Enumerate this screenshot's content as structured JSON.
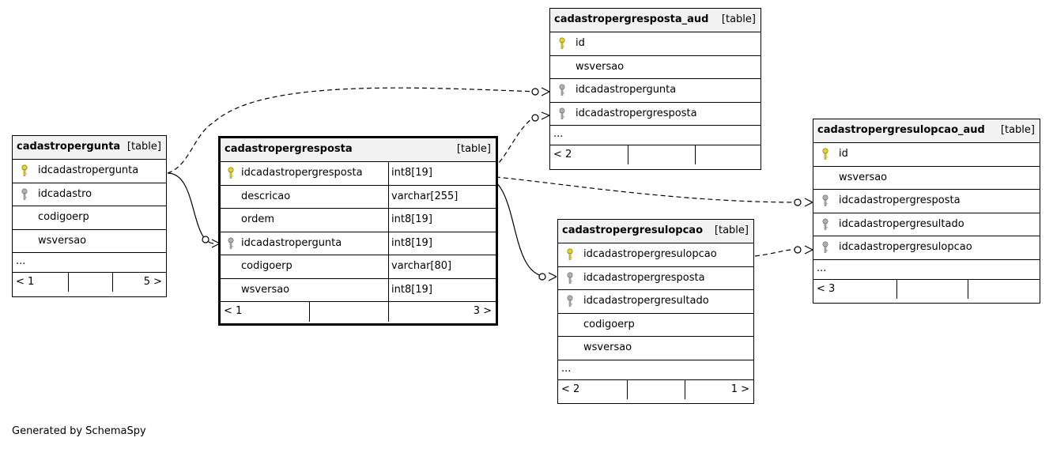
{
  "type_label": "[table]",
  "ellipsis": "...",
  "footer": "Generated by SchemaSpy",
  "key_colors": {
    "primary": "#e8d800",
    "foreign": "#b0b0b0"
  },
  "tables": {
    "cadastropergunta": {
      "name": "cadastropergunta",
      "columns": [
        {
          "name": "idcadastropergunta",
          "key": "primary"
        },
        {
          "name": "idcadastro",
          "key": "foreign"
        },
        {
          "name": "codigoerp",
          "key": ""
        },
        {
          "name": "wsversao",
          "key": ""
        }
      ],
      "parents": "< 1",
      "children": "5 >"
    },
    "cadastropergresposta": {
      "name": "cadastropergresposta",
      "columns": [
        {
          "name": "idcadastropergresposta",
          "type": "int8[19]",
          "key": "primary"
        },
        {
          "name": "descricao",
          "type": "varchar[255]",
          "key": ""
        },
        {
          "name": "ordem",
          "type": "int8[19]",
          "key": ""
        },
        {
          "name": "idcadastropergunta",
          "type": "int8[19]",
          "key": "foreign"
        },
        {
          "name": "codigoerp",
          "type": "varchar[80]",
          "key": ""
        },
        {
          "name": "wsversao",
          "type": "int8[19]",
          "key": ""
        }
      ],
      "parents": "< 1",
      "children": "3 >"
    },
    "cadastropergresposta_aud": {
      "name": "cadastropergresposta_aud",
      "columns": [
        {
          "name": "id",
          "key": "primary"
        },
        {
          "name": "wsversao",
          "key": ""
        },
        {
          "name": "idcadastropergunta",
          "key": "foreign"
        },
        {
          "name": "idcadastropergresposta",
          "key": "foreign"
        }
      ],
      "parents": "< 2",
      "children": ""
    },
    "cadastropergresulopcao": {
      "name": "cadastropergresulopcao",
      "columns": [
        {
          "name": "idcadastropergresulopcao",
          "key": "primary"
        },
        {
          "name": "idcadastropergresposta",
          "key": "foreign"
        },
        {
          "name": "idcadastropergresultado",
          "key": "foreign"
        },
        {
          "name": "codigoerp",
          "key": ""
        },
        {
          "name": "wsversao",
          "key": ""
        }
      ],
      "parents": "< 2",
      "children": "1 >"
    },
    "cadastropergresulopcao_aud": {
      "name": "cadastropergresulopcao_aud",
      "columns": [
        {
          "name": "id",
          "key": "primary"
        },
        {
          "name": "wsversao",
          "key": ""
        },
        {
          "name": "idcadastropergresposta",
          "key": "foreign"
        },
        {
          "name": "idcadastropergresultado",
          "key": "foreign"
        },
        {
          "name": "idcadastropergresulopcao",
          "key": "foreign"
        }
      ],
      "parents": "< 3",
      "children": ""
    }
  }
}
